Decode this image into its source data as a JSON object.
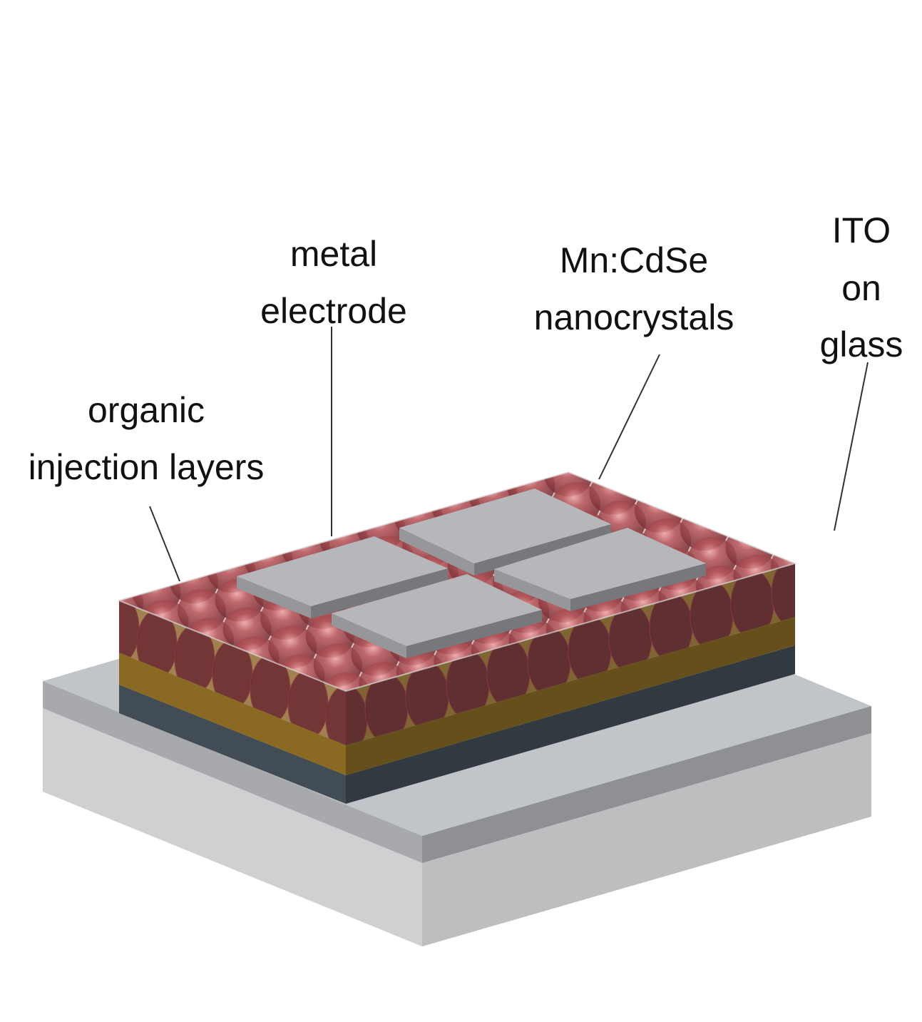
{
  "labels": {
    "metal_electrode": [
      "metal",
      "electrode"
    ],
    "nanocrystals": [
      "Mn:CdSe",
      "nanocrystals"
    ],
    "ito": [
      "ITO",
      "on",
      "glass"
    ],
    "organic": [
      "organic",
      "injection layers"
    ]
  },
  "colors": {
    "glass": "#c6c8cb",
    "ito": "#9a9c9f",
    "dark_layer": "#323a42",
    "organic_layer": "#8a6a22",
    "nanocrystal": "#8c3a3f",
    "electrode": "#b4b5b8"
  }
}
